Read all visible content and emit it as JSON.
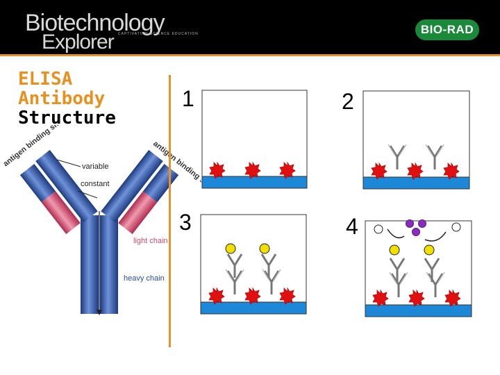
{
  "header": {
    "logo_line1": "Biotechnology",
    "logo_line2": "Explorer",
    "logo_tagline": "CAPTIVATING SCIENCE EDUCATION",
    "brand": "BIO-RAD"
  },
  "title": {
    "line1": "ELISA",
    "line2": "Antibody",
    "line3": "Structure"
  },
  "antibody_labels": {
    "antigen_binding_site_left": "antigen binding site",
    "antigen_binding_site_right": "antigen binding site",
    "variable": "variable",
    "constant": "constant",
    "light_chain": "light chain",
    "heavy_chain": "heavy chain"
  },
  "panels": [
    {
      "number": "1"
    },
    {
      "number": "2"
    },
    {
      "number": "3"
    },
    {
      "number": "4"
    }
  ],
  "colors": {
    "accent_orange": "#e8902a",
    "plate_blue": "#1e88d8",
    "antigen_red": "#e01010",
    "secondary_yellow": "#f0e000",
    "substrate_purple": "#8a2cc0",
    "heavy_chain_blue": "#2a4c9c",
    "light_chain_pink": "#d24a6a",
    "brand_green": "#1a8a3a"
  }
}
